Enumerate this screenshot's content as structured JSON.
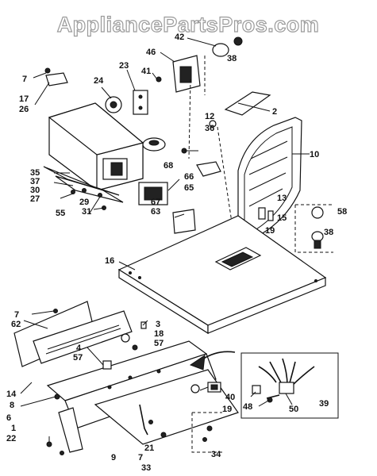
{
  "watermark": "AppliancePartsPros.com",
  "labels": {
    "l2": "2",
    "l3": "3",
    "l4": "4",
    "l6": "6",
    "l7a": "7",
    "l7b": "7",
    "l7c": "7",
    "l8": "8",
    "l9": "9",
    "l10": "10",
    "l12": "12",
    "l13": "13",
    "l14": "14",
    "l15": "15",
    "l16": "16",
    "l17": "17",
    "l18": "18",
    "l19a": "19",
    "l19b": "19",
    "l21": "21",
    "l22": "22",
    "l23": "23",
    "l24": "24",
    "l26": "26",
    "l27": "27",
    "l29": "29",
    "l30": "30",
    "l31": "31",
    "l33": "33",
    "l34": "34",
    "l35": "35",
    "l36": "36",
    "l37": "37",
    "l38a": "38",
    "l38b": "38",
    "l39": "39",
    "l40": "40",
    "l41": "41",
    "l42": "42",
    "l46": "46",
    "l48": "48",
    "l50": "50",
    "l55": "55",
    "l57a": "57",
    "l57b": "57",
    "l58": "58",
    "l62": "62",
    "l63": "63",
    "l65": "65",
    "l66": "66",
    "l67": "67",
    "l68": "68",
    "l1": "1"
  }
}
